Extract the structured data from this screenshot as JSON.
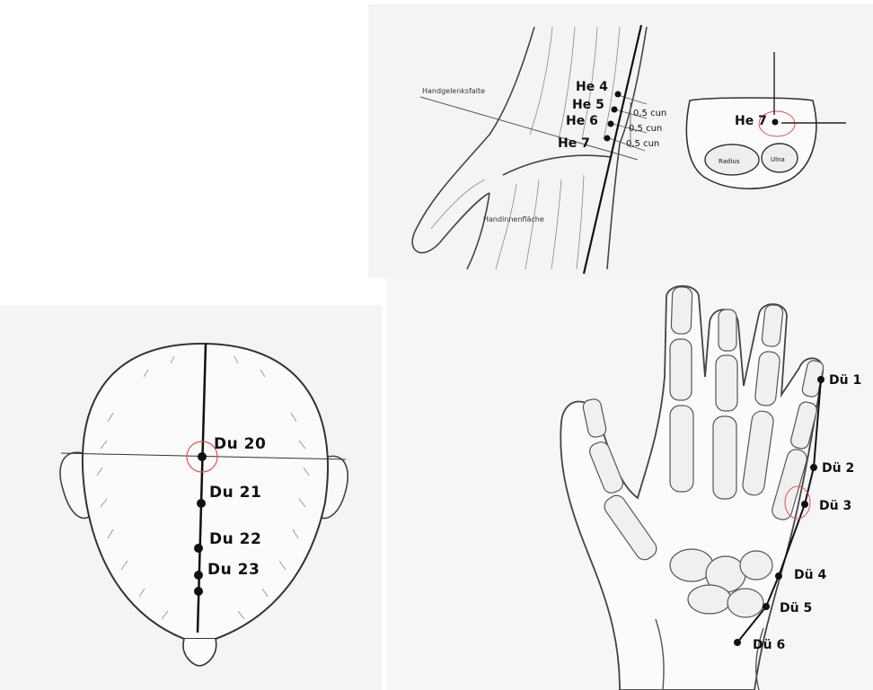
{
  "head_view": {
    "points": [
      "Du 20",
      "Du 21",
      "Du 22",
      "Du 23"
    ]
  },
  "wrist_view": {
    "points": [
      "He 4",
      "He 5",
      "He 6",
      "He 7"
    ],
    "distances": [
      "0,5 cun",
      "0,5 cun",
      "0,5 cun"
    ],
    "crease_label": "Handgelenksfalte",
    "palm_label": "Handinnenfläche"
  },
  "cross_section": {
    "point": "He 7",
    "bone_labels": [
      "Radius",
      "Ulna"
    ]
  },
  "hand_view": {
    "points": [
      "Dü 1",
      "Dü 2",
      "Dü 3",
      "Dü 4",
      "Dü 5",
      "Dü 6"
    ]
  },
  "colors": {
    "line": "#111111",
    "sketch": "#555555",
    "highlight_circle": "#e05050",
    "background_panel": "#f3f3f3"
  }
}
